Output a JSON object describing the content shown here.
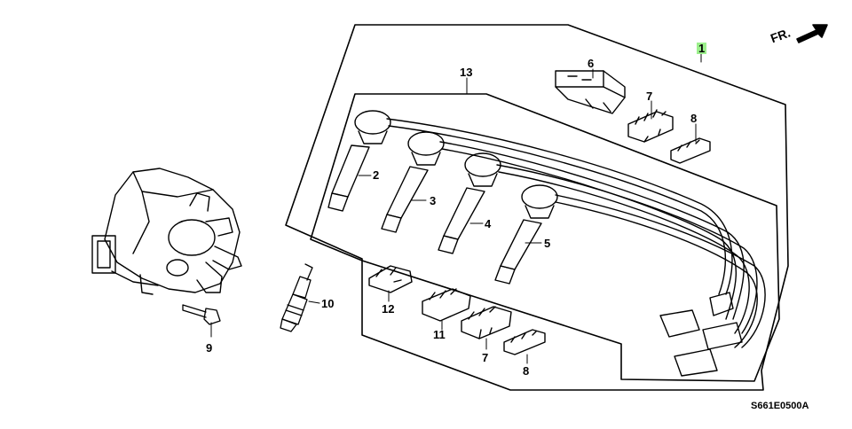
{
  "diagram": {
    "callouts": [
      "1",
      "2",
      "3",
      "4",
      "5",
      "6",
      "7",
      "8",
      "9",
      "10",
      "11",
      "12",
      "13",
      "7",
      "8"
    ],
    "direction_label": "FR.",
    "figure_code": "S661E0500A",
    "highlight_color": "#9cf08c"
  }
}
